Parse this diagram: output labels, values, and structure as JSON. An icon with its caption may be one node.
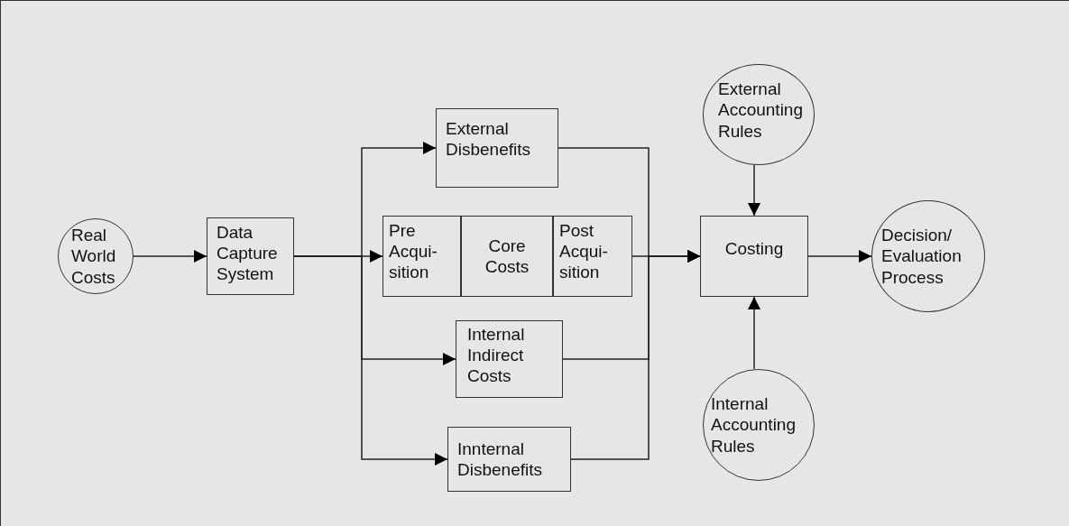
{
  "diagram": {
    "nodes": [
      {
        "text": [
          "Real World Costs"
        ]
      },
      {
        "text": [
          "Data Capture System"
        ]
      },
      {
        "text": [
          "External Disbenefits"
        ]
      },
      {
        "text": [
          "Pre Acqui- sition"
        ]
      },
      {
        "text": [
          "Core Costs"
        ]
      },
      {
        "text": [
          "Post Acqui- sition"
        ]
      },
      {
        "text": [
          "Internal Indirect Costs"
        ]
      },
      {
        "text": [
          "Innternal Disbenefits"
        ]
      },
      {
        "text": [
          "External Accounting Rules"
        ]
      },
      {
        "text": [
          "Costing"
        ]
      },
      {
        "text": [
          "Internal Accounting Rules"
        ]
      },
      {
        "text": [
          "Decision/ Evaluation Process"
        ]
      }
    ],
    "edges": [
      {
        "from": 0,
        "to": 1,
        "arrow": "to"
      },
      {
        "from": 1,
        "to": 2,
        "arrow": "to"
      },
      {
        "from": 1,
        "to": 3,
        "arrow": "to"
      },
      {
        "from": 1,
        "to": 6,
        "arrow": "to"
      },
      {
        "from": 1,
        "to": 7,
        "arrow": "to"
      },
      {
        "from": 2,
        "to": 9,
        "arrow": "to"
      },
      {
        "from": 5,
        "to": 9,
        "arrow": "to"
      },
      {
        "from": 6,
        "to": 9,
        "arrow": "to"
      },
      {
        "from": 7,
        "to": 9,
        "arrow": "to"
      },
      {
        "from": 8,
        "to": 9,
        "arrow": "to"
      },
      {
        "from": 10,
        "to": 9,
        "arrow": "to"
      },
      {
        "from": 9,
        "to": 11,
        "arrow": "to"
      }
    ]
  }
}
